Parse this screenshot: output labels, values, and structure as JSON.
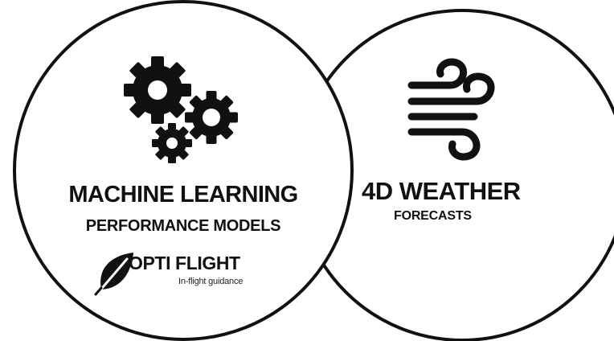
{
  "left_circle": {
    "title": "MACHINE LEARNING",
    "subtitle": "PERFORMANCE MODELS",
    "icon": "gears-icon",
    "logo": {
      "name": "OPTI FLIGHT",
      "tagline": "In-flight guidance",
      "icon": "leaf-icon"
    }
  },
  "right_circle": {
    "title": "4D WEATHER",
    "subtitle": "FORECASTS",
    "icon": "wind-icon"
  },
  "colors": {
    "ink": "#111111",
    "background": "#ffffff"
  }
}
